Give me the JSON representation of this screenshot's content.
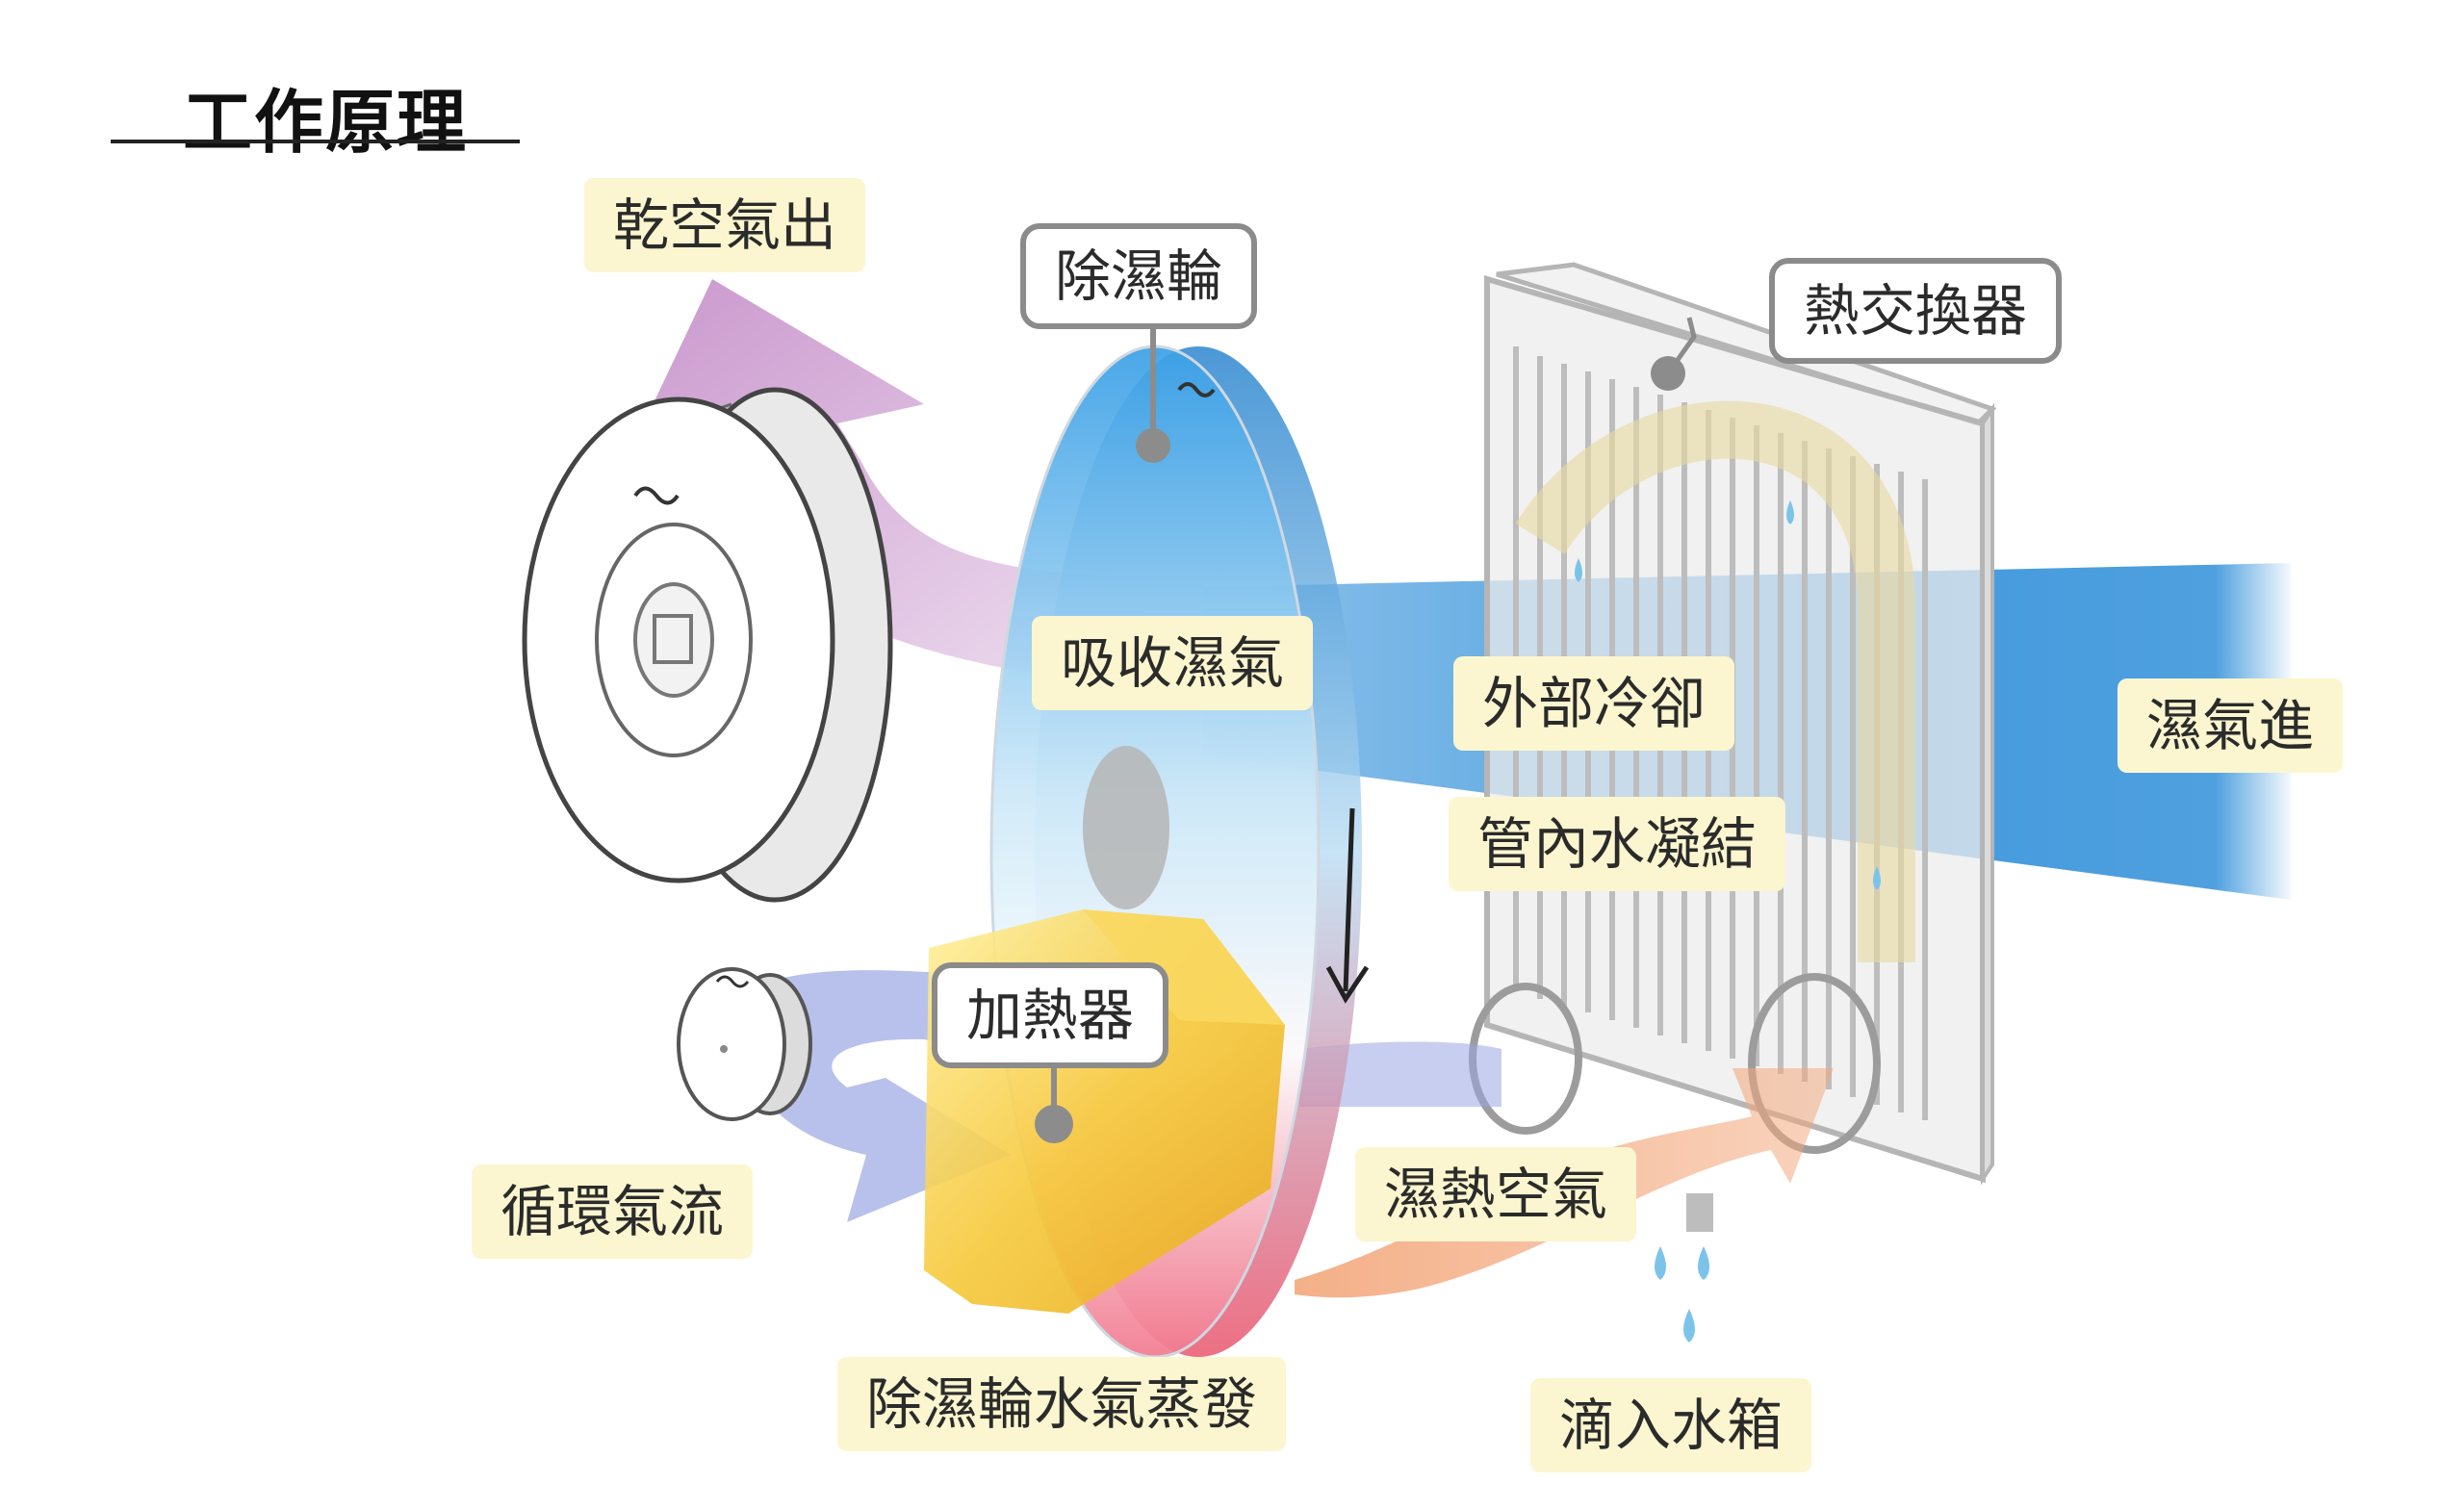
{
  "title": "工作原理",
  "labels": {
    "dry_air_out": "乾空氣出",
    "desiccant_wheel": "除濕輪",
    "heat_exchanger": "熱交換器",
    "absorb_moisture": "吸收濕氣",
    "external_cooling": "外部冷卻",
    "humid_air_in": "濕氣進",
    "condensation": "管內水凝結",
    "heater": "加熱器",
    "circulating_airflow": "循環氣流",
    "hot_humid_air": "濕熱空氣",
    "wheel_evaporation": "除濕輪水氣蒸發",
    "drip_to_tank": "滴入水箱"
  },
  "colors": {
    "dry_air_arrow": "#c48cc8",
    "humid_air_band": "#2f8fd9",
    "circulation_arrow": "#9aa6e3",
    "hot_air_arrow": "#f3a77b",
    "heater_body": "#f6c83a",
    "label_bg": "#fbf6cf",
    "water_drop": "#7cc3ea"
  }
}
